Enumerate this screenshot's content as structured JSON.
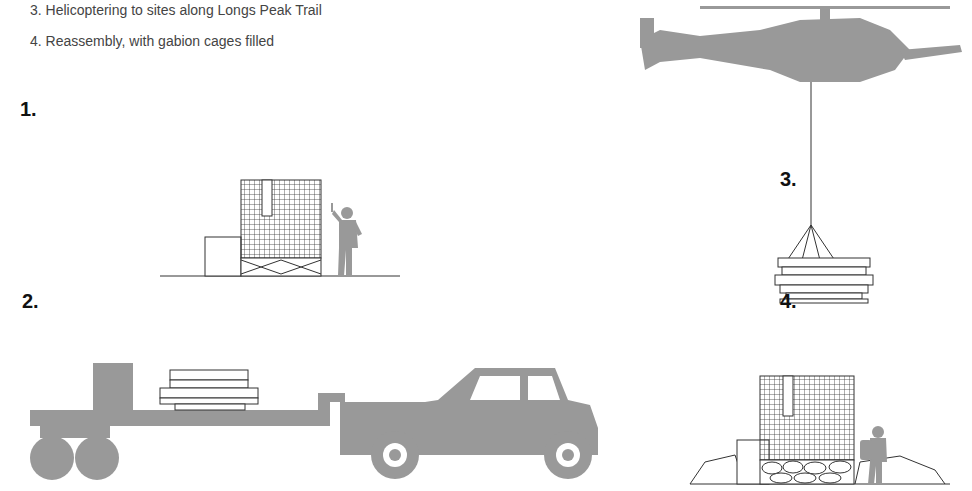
{
  "diagram": {
    "labels": [
      "3. Helicoptering to sites along Longs Peak Trail",
      "4. Reassembly, with gabion cages filled",
      "1.",
      "2.",
      "3.",
      "4."
    ]
  }
}
